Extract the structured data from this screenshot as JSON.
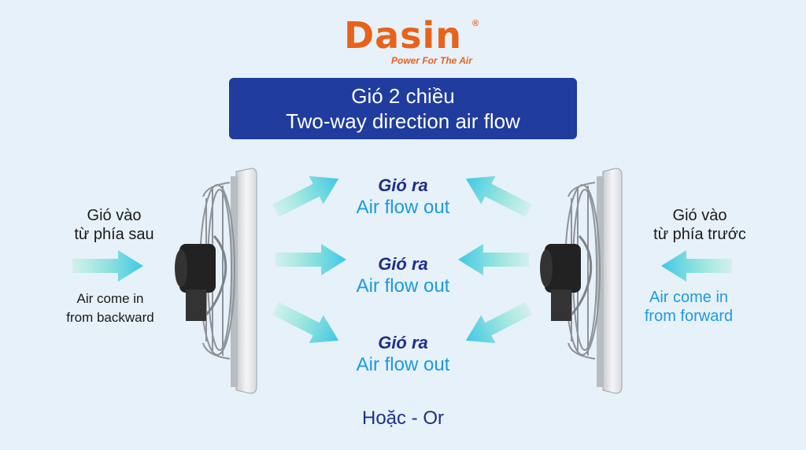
{
  "brand": {
    "name": "Dasin",
    "registered": "®",
    "tagline": "Power For The Air"
  },
  "banner": {
    "line1": "Gió 2 chiều",
    "line2": "Two-way direction air flow"
  },
  "left": {
    "in_vn_line1": "Gió vào",
    "in_vn_line2": "từ phía sau",
    "in_en_line1": "Air come in",
    "in_en_line2": "from backward"
  },
  "right": {
    "in_vn_line1": "Gió vào",
    "in_vn_line2": "từ phía trước",
    "in_en_line1": "Air come in",
    "in_en_line2": "from forward"
  },
  "flows": [
    {
      "vn": "Gió ra",
      "en": "Air flow out"
    },
    {
      "vn": "Gió ra",
      "en": "Air flow out"
    },
    {
      "vn": "Gió ra",
      "en": "Air flow out"
    }
  ],
  "or_text": "Hoặc - Or",
  "colors": {
    "background": "#e7f1f9",
    "brand_orange": "#e8621a",
    "banner_blue": "#1f3c9e",
    "dark_text": "#1a1a1a",
    "navy_text": "#1e2f8a",
    "cyan_text": "#1b9be0",
    "arrow_cyan": "#3ec6ea",
    "arrow_green": "#56e0a4"
  },
  "icons": [
    "wall-fan-icon",
    "wall-fan-icon",
    "arrow-icon"
  ]
}
